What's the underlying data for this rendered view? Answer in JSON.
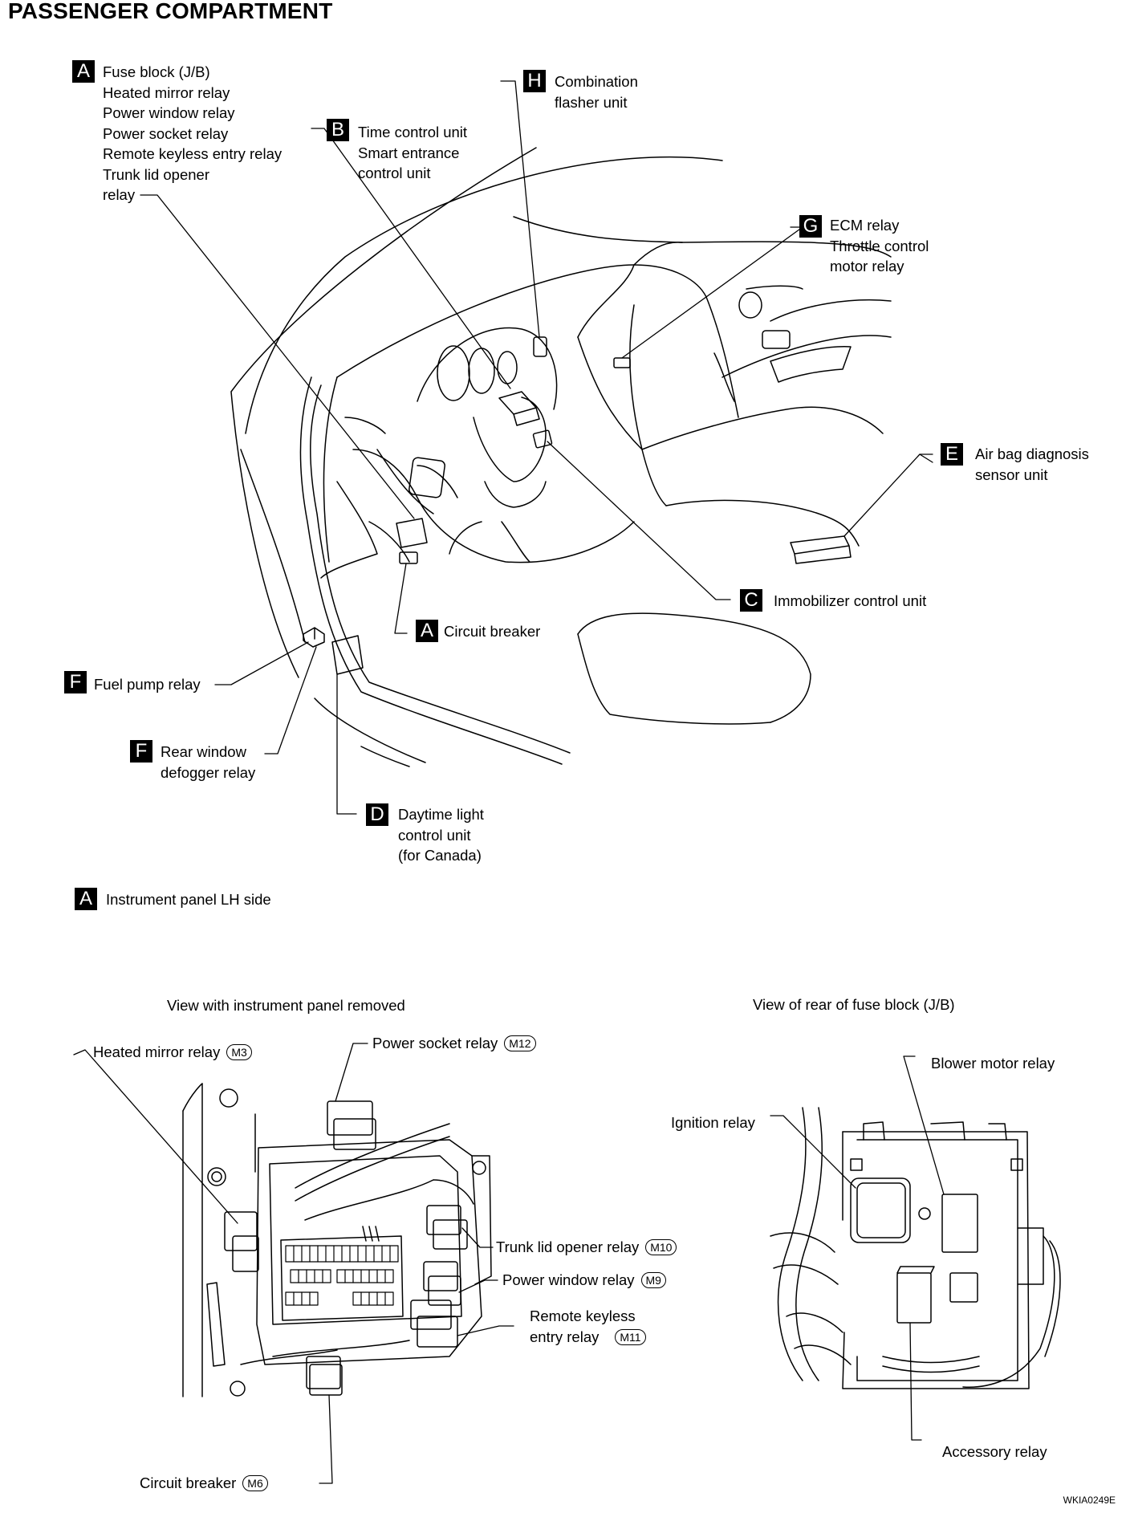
{
  "title": "PASSENGER COMPARTMENT",
  "image_code": "WKIA0249E",
  "callouts": {
    "a_fuse_block": {
      "badge": "A",
      "lines": [
        "Fuse block (J/B)",
        "Heated mirror relay",
        "Power window relay",
        "Power socket relay",
        "Remote keyless entry relay",
        "Trunk lid opener",
        "relay"
      ]
    },
    "b_time_control": {
      "badge": "B",
      "lines": [
        "Time control unit",
        "Smart entrance",
        "control unit"
      ]
    },
    "h_combination_flasher": {
      "badge": "H",
      "lines": [
        "Combination",
        "flasher unit"
      ]
    },
    "g_ecm_relay": {
      "badge": "G",
      "lines": [
        "ECM relay",
        "Throttle control",
        "motor relay"
      ]
    },
    "e_airbag": {
      "badge": "E",
      "lines": [
        "Air bag diagnosis",
        "sensor unit"
      ]
    },
    "c_immobilizer": {
      "badge": "C",
      "lines": [
        "Immobilizer control unit"
      ]
    },
    "a_circuit_breaker": {
      "badge": "A",
      "lines": [
        "Circuit breaker"
      ]
    },
    "f_fuel_pump": {
      "badge": "F",
      "lines": [
        "Fuel pump relay"
      ]
    },
    "f_rear_window": {
      "badge": "F",
      "lines": [
        "Rear window",
        "defogger relay"
      ]
    },
    "d_daytime_light": {
      "badge": "D",
      "lines": [
        "Daytime light",
        "control unit",
        "(for Canada)"
      ]
    }
  },
  "legend": {
    "badge": "A",
    "text": "Instrument panel LH side"
  },
  "left_view": {
    "caption": "View with instrument panel removed",
    "labels": {
      "heated_mirror": {
        "text": "Heated mirror relay",
        "connector": "M3"
      },
      "power_socket": {
        "text": "Power socket relay",
        "connector": "M12"
      },
      "trunk_lid": {
        "text": "Trunk lid opener relay",
        "connector": "M10"
      },
      "power_window": {
        "text": "Power window relay",
        "connector": "M9"
      },
      "remote_keyless": {
        "lines": [
          "Remote keyless",
          "entry relay"
        ],
        "connector": "M11"
      },
      "circuit_breaker": {
        "text": "Circuit breaker",
        "connector": "M6"
      }
    }
  },
  "right_view": {
    "caption": "View of rear of fuse block (J/B)",
    "labels": {
      "blower_motor": "Blower motor relay",
      "ignition": "Ignition relay",
      "accessory": "Accessory relay"
    }
  }
}
